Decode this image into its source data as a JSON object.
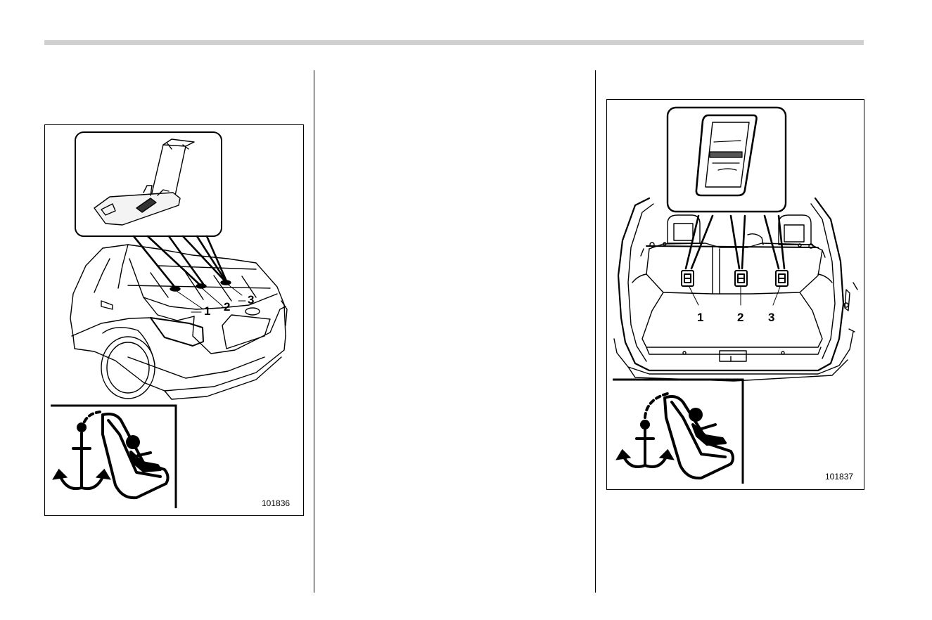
{
  "figures": {
    "sedan": {
      "number": "101836",
      "callouts": [
        "1",
        "2",
        "3"
      ],
      "icons": [
        "tether-anchor-icon",
        "child-seat-icon"
      ]
    },
    "hatchback": {
      "number": "101837",
      "callouts": [
        "1",
        "2",
        "3"
      ],
      "icons": [
        "tether-anchor-icon",
        "child-seat-icon"
      ]
    }
  },
  "colors": {
    "rule": "#d0d0d0",
    "ink": "#000000"
  }
}
